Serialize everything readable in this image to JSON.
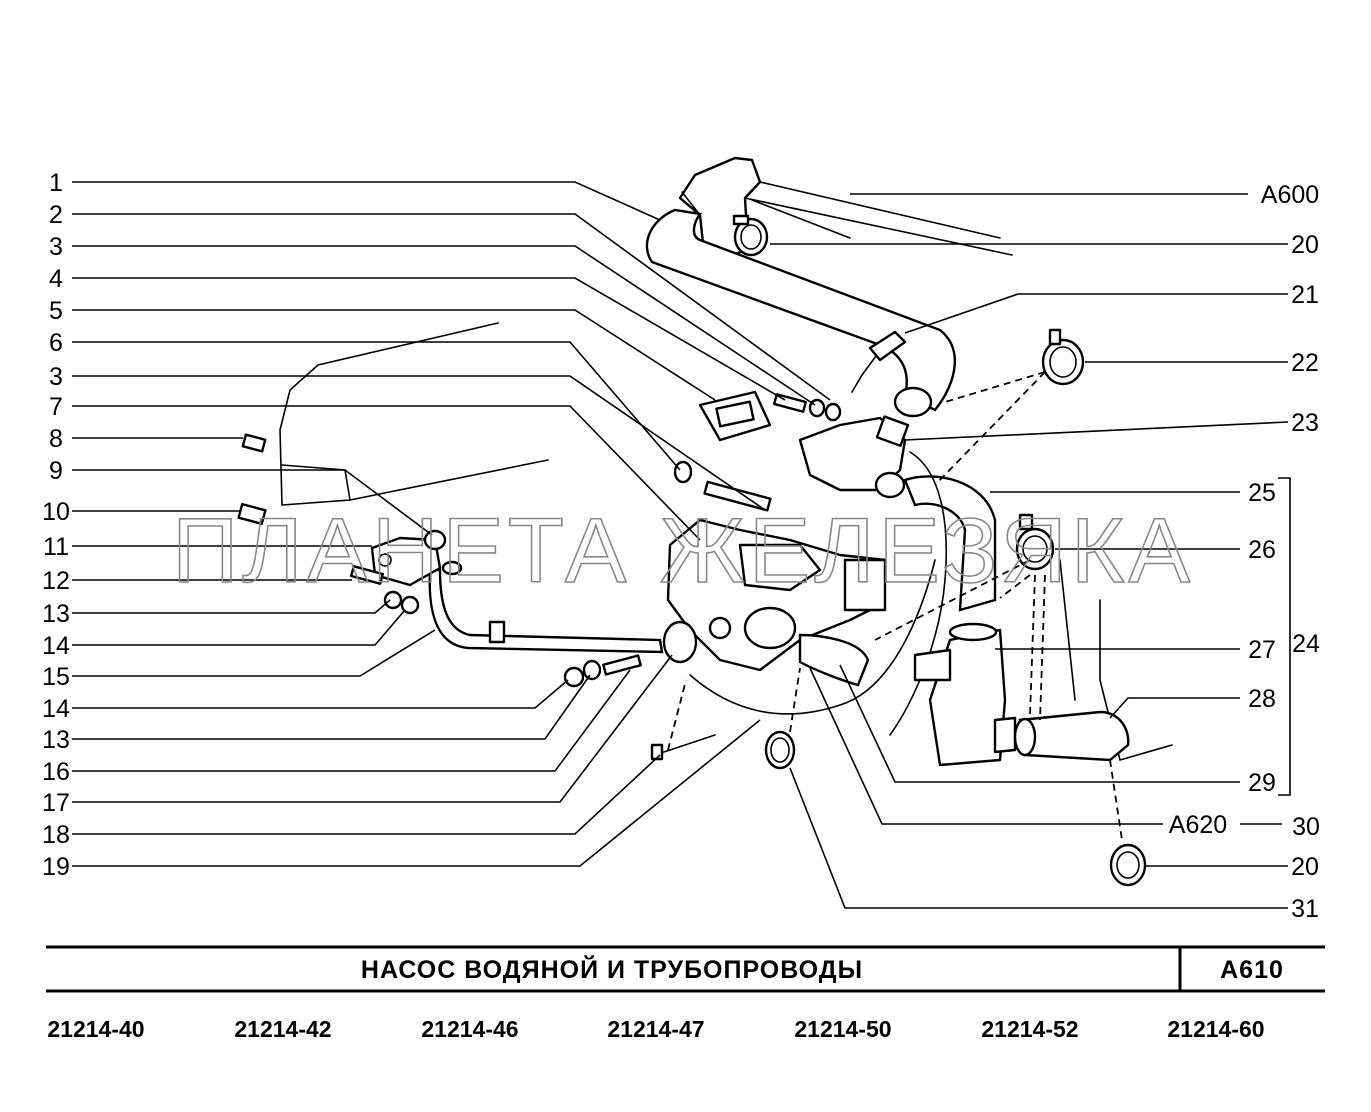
{
  "callouts_left": [
    "1",
    "2",
    "3",
    "4",
    "5",
    "6",
    "3",
    "7",
    "8",
    "9",
    "10",
    "11",
    "12",
    "13",
    "14",
    "15",
    "14",
    "13",
    "16",
    "17",
    "18",
    "19"
  ],
  "callouts_right": [
    "A600",
    "20",
    "21",
    "22",
    "23",
    "25",
    "26",
    "24",
    "27",
    "28",
    "29",
    "30",
    "20",
    "31"
  ],
  "inline_label": "A620",
  "watermark": "ПЛАНЕТА ЖЕЛЕЗЯКА",
  "title": "НАСОС   ВОДЯНОЙ   И   ТРУБОПРОВОДЫ",
  "code": "A610",
  "models": [
    "21214-40",
    "21214-42",
    "21214-46",
    "21214-47",
    "21214-50",
    "21214-52",
    "21214-60"
  ],
  "icons": [
    "water-pump-icon",
    "thermostat-icon",
    "hose-clamp-icon",
    "heater-hose-icon",
    "bolt-icon",
    "nut-icon",
    "gasket-icon"
  ]
}
